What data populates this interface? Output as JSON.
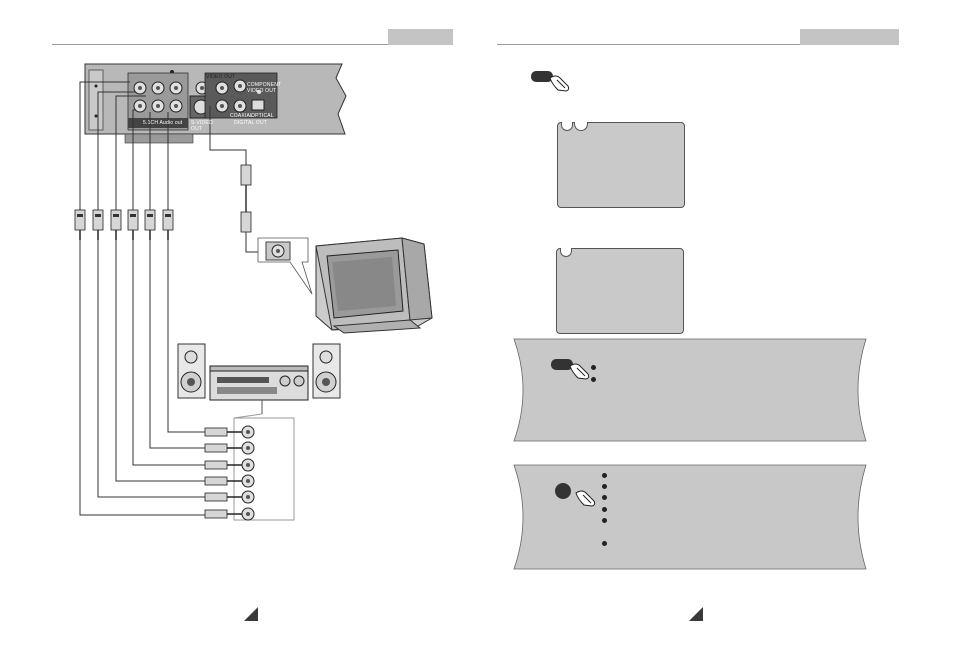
{
  "left_page": {
    "panel_labels": {
      "video_out": "VIDEO OUT",
      "component_video_out": "COMPONENT VIDEO OUT",
      "audio_out_51": "5.1CH Audio out",
      "s_video": "S-VIDEO OUT",
      "coaxial": "COAXIAL",
      "optical": "OPTICAL",
      "digital_out": "DIGITAL OUT"
    }
  },
  "right_page": {
    "info_box1": {
      "bullet_count": 2
    },
    "info_box2": {
      "bullet_count": 6
    }
  },
  "colors": {
    "rule": "#9a9a9a",
    "header_tab": "#c4c4c4",
    "screen_fill": "#c9c9c9",
    "info_fill": "#c8c8c8",
    "page_marker": "#3a3a3a"
  },
  "icons": [
    "remote-button-icon",
    "pointing-hand-icon",
    "dvd-rear-panel",
    "tv-icon",
    "speaker-icon",
    "receiver-icon",
    "rca-plug-icon"
  ]
}
